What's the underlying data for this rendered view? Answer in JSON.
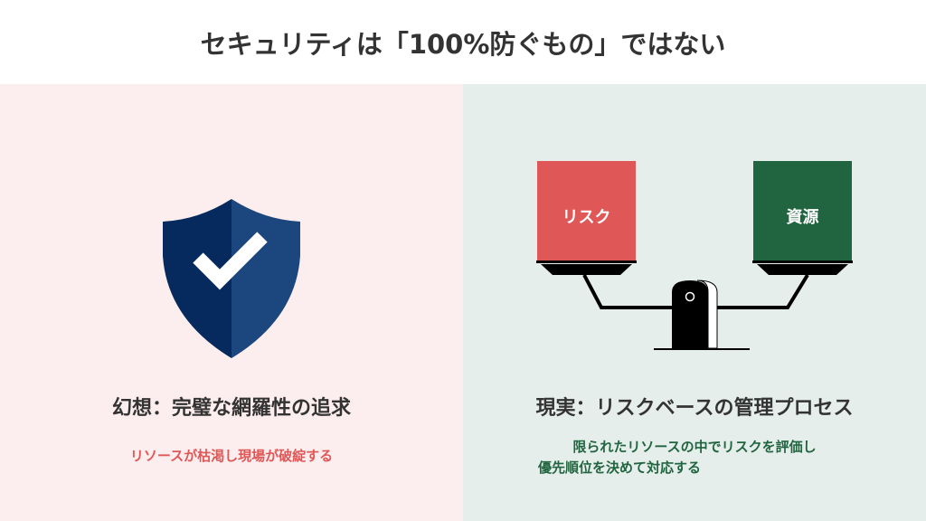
{
  "title": "セキュリティは「100%防ぐもの」ではない",
  "left": {
    "heading": "幻想：完璧な網羅性の追求",
    "subtext": "リソースが枯渇し現場が破綻する",
    "icon": "shield-check-icon"
  },
  "right": {
    "heading": "現実：リスクベースの管理プロセス",
    "subtext_lines": [
      "限られたリソースの中でリスクを評価し",
      "優先順位を決めて対応する"
    ],
    "left_box": "リスク",
    "right_box": "資源",
    "icon": "balance-scale-icon"
  },
  "colors": {
    "red": "#e05757",
    "green": "#216440",
    "navy_dark": "#062a5e",
    "navy_light": "#1c467e"
  }
}
